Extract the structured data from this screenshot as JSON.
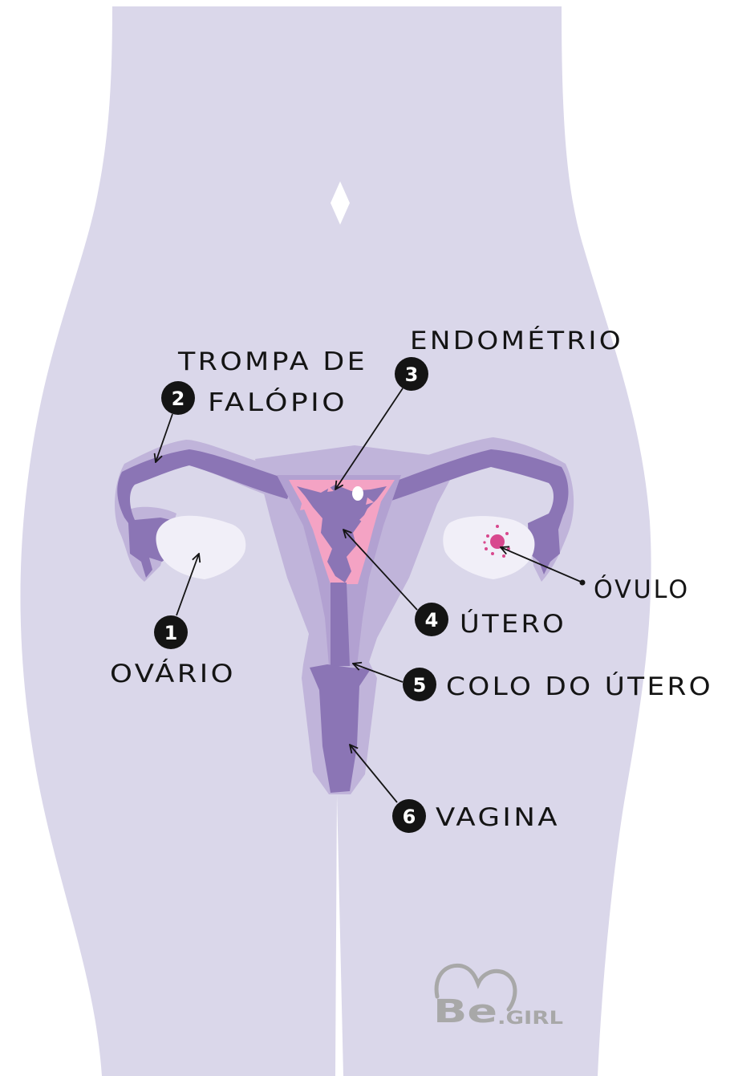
{
  "colors": {
    "background": "#ffffff",
    "body": "#dad7ea",
    "organ_outer": "#c0b4da",
    "organ_mid": "#b2a1d1",
    "organ_dark": "#8b75b5",
    "endometrium": "#f4a3c4",
    "ovary": "#f1eff8",
    "ovum": "#d8488e",
    "badge": "#141414",
    "label_text": "#141414",
    "logo": "#a8a8a8"
  },
  "labels": {
    "ovario": {
      "number": "1",
      "text": "OVÁRIO"
    },
    "trompa": {
      "number": "2",
      "line1": "TROMPA DE",
      "line2": "FALÓPIO"
    },
    "endometrio": {
      "number": "3",
      "text": "ENDOMÉTRIO"
    },
    "utero": {
      "number": "4",
      "text": "ÚTERO"
    },
    "colo": {
      "number": "5",
      "text": "COLO DO ÚTERO"
    },
    "vagina": {
      "number": "6",
      "text": "VAGINA"
    },
    "ovulo": {
      "text": "ÓVULO"
    }
  },
  "logo": {
    "be": "Be",
    "girl": ".GIRL"
  }
}
